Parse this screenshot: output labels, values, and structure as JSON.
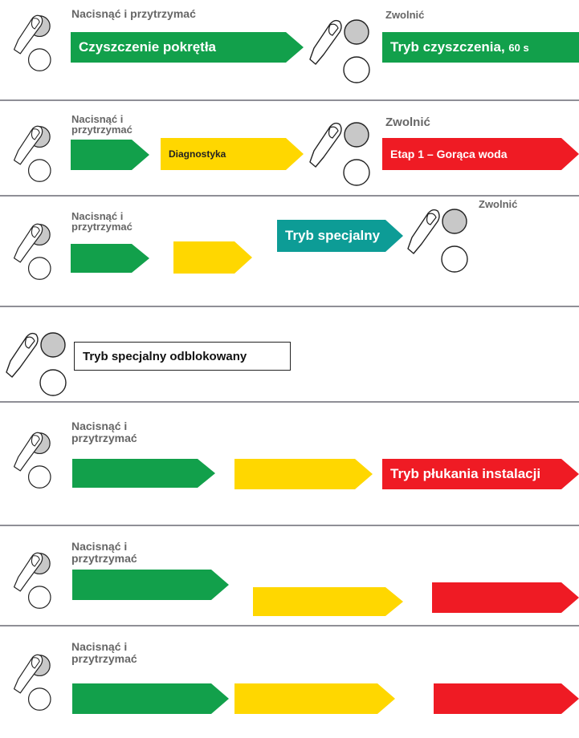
{
  "rows": [
    {
      "hold_label": "Nacisnąć i przytrzymać",
      "step1": "Czyszczenie pokrętła",
      "release_label": "Zwolnić",
      "result": "Tryb czyszczenia,",
      "result_suffix": "60 s"
    },
    {
      "hold_label_1": "Nacisnąć i",
      "hold_label_2": "przytrzymać",
      "step2": "Diagnostyka",
      "release_label": "Zwolnić",
      "result": "Etap 1 – Gorąca woda"
    },
    {
      "hold_label_1": "Nacisnąć i",
      "hold_label_2": "przytrzymać",
      "result": "Tryb specjalny",
      "release_label": "Zwolnić"
    },
    {
      "status": "Tryb specjalny odblokowany"
    },
    {
      "hold_label_1": "Nacisnąć i",
      "hold_label_2": "przytrzymać",
      "result": "Tryb płukania instalacji"
    },
    {
      "hold_label_1": "Nacisnąć i",
      "hold_label_2": "przytrzymać"
    },
    {
      "hold_label_1": "Nacisnąć i",
      "hold_label_2": "przytrzymać"
    }
  ],
  "colors": {
    "green": "#12a04b",
    "yellow": "#ffd700",
    "red": "#ef1b24",
    "teal": "#0d9c96",
    "divider": "#8f8f96"
  },
  "icons": [
    "finger-press-icon",
    "button-circle-icon"
  ]
}
